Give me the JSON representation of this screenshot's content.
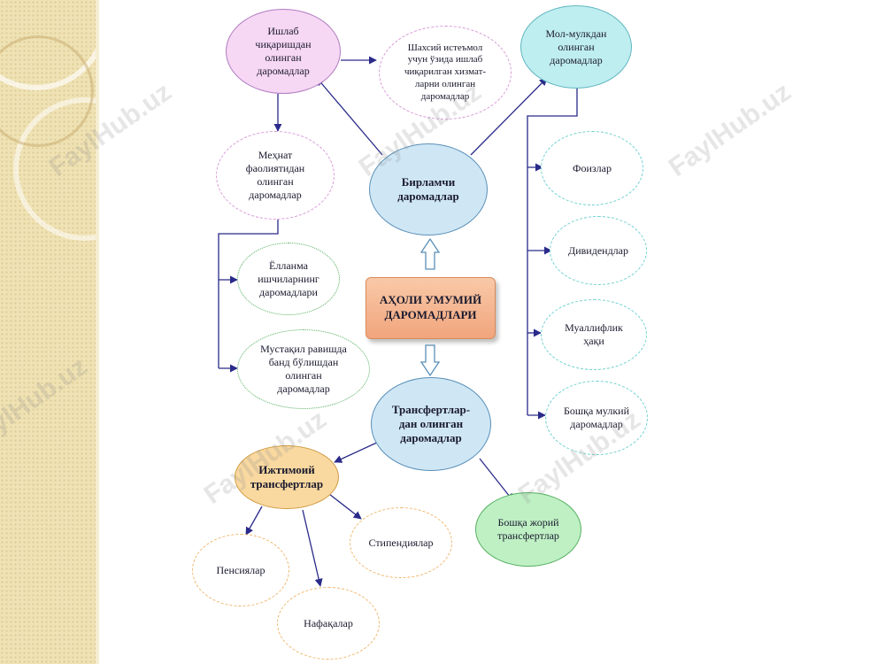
{
  "diagram": {
    "center": "АҲОЛИ УМУМИЙ ДАРОМАДЛАРИ",
    "primary_incomes": "Бирламчи даромадлар",
    "production_incomes": "Ишлаб чиқаришдан олинган даромадлар",
    "household_services": "Шахсий истеъмол учун ўзида ишлаб чиқарилган хизмат-ларни олинган даромадлар",
    "property_incomes": "Мол-мулкдан олинган даромадлар",
    "labor_incomes": "Меҳнат фаолиятидан олинган даромадлар",
    "employee_incomes": "Ёлланма ишчиларнинг даромадлари",
    "self_employed": "Мустақил равишда банд бўлишдан олинган даромадлар",
    "interest": "Фоизлар",
    "dividends": "Дивидендлар",
    "copyright": "Муаллифлик ҳақи",
    "other_property": "Бошқа мулкий даромадлар",
    "transfer_incomes": "Трансфертлар-дан олинган даромадлар",
    "social_transfers": "Ижтимоий трансфертлар",
    "other_transfers": "Бошқа жорий трансфертлар",
    "pensions": "Пенсиялар",
    "stipends": "Стипендиялар",
    "allowances": "Нафақалар"
  },
  "watermark": "FaylHub.uz",
  "colors": {
    "arrow": "#2a2a8a",
    "sidebar": "#efe2b4",
    "center_fill": "#f3b08a"
  }
}
